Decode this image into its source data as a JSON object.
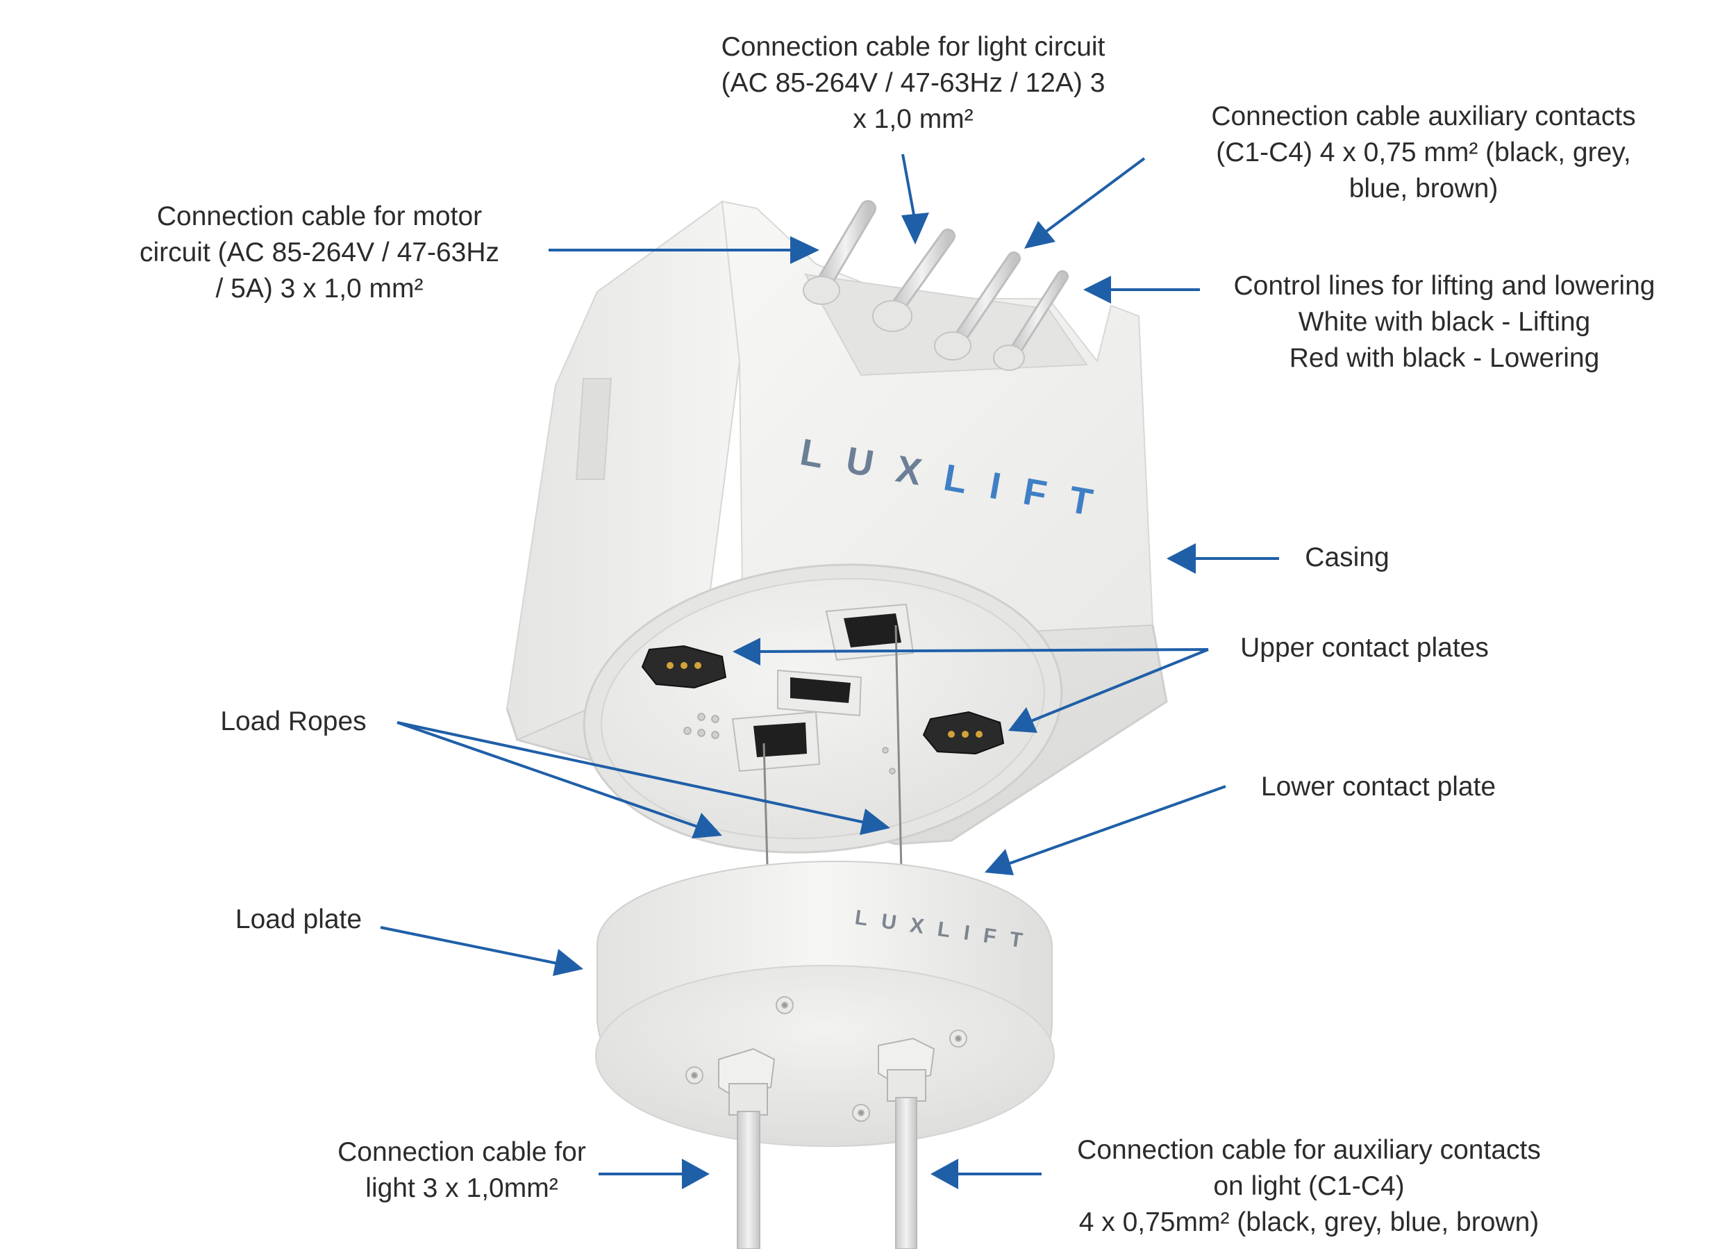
{
  "brand": {
    "prefix": "LUX",
    "suffix": "LIFT",
    "prefix_color": "#6b7f96",
    "suffix_color": "#3f7fc4"
  },
  "colors": {
    "arrow": "#1f5fa8",
    "text": "#2b2b2b",
    "device_body": "#f3f3f1",
    "cable": "#dcdcdc"
  },
  "labels": {
    "light_circuit_cable": {
      "lines": [
        "Connection cable for light circuit",
        "(AC 85-264V / 47-63Hz / 12A) 3",
        "x 1,0 mm²"
      ]
    },
    "aux_contacts_cable": {
      "lines": [
        "Connection cable auxiliary contacts",
        "(C1-C4) 4 x 0,75 mm² (black, grey,",
        "blue, brown)"
      ]
    },
    "motor_circuit_cable": {
      "lines": [
        "Connection cable for motor",
        "circuit (AC 85-264V / 47-63Hz",
        "/ 5A) 3 x 1,0 mm²"
      ]
    },
    "control_lines": {
      "lines": [
        "Control lines for lifting and lowering",
        "White with black - Lifting",
        "Red with black - Lowering"
      ]
    },
    "casing": {
      "lines": [
        "Casing"
      ]
    },
    "upper_contact_plates": {
      "lines": [
        "Upper contact plates"
      ]
    },
    "load_ropes": {
      "lines": [
        "Load Ropes"
      ]
    },
    "lower_contact_plate": {
      "lines": [
        "Lower contact plate"
      ]
    },
    "load_plate": {
      "lines": [
        "Load plate"
      ]
    },
    "light_cable": {
      "lines": [
        "Connection cable for",
        "light 3 x 1,0mm²"
      ]
    },
    "aux_light_cable": {
      "lines": [
        "Connection cable for auxiliary contacts",
        "on light (C1-C4)",
        "4 x 0,75mm² (black, grey, blue, brown)"
      ]
    }
  }
}
